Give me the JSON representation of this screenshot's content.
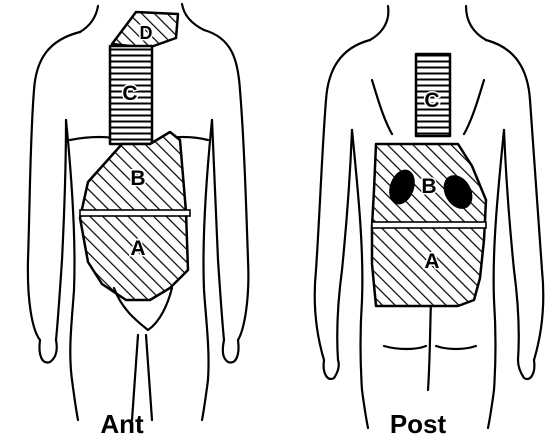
{
  "views": {
    "anterior": {
      "caption": "Ant",
      "zone_labels": {
        "a": "A",
        "b": "B",
        "c": "C",
        "d": "D"
      }
    },
    "posterior": {
      "caption": "Post",
      "zone_labels": {
        "a": "A",
        "b": "B",
        "c": "C"
      }
    }
  },
  "colors": {
    "ink": "#000000",
    "paper": "#ffffff"
  }
}
